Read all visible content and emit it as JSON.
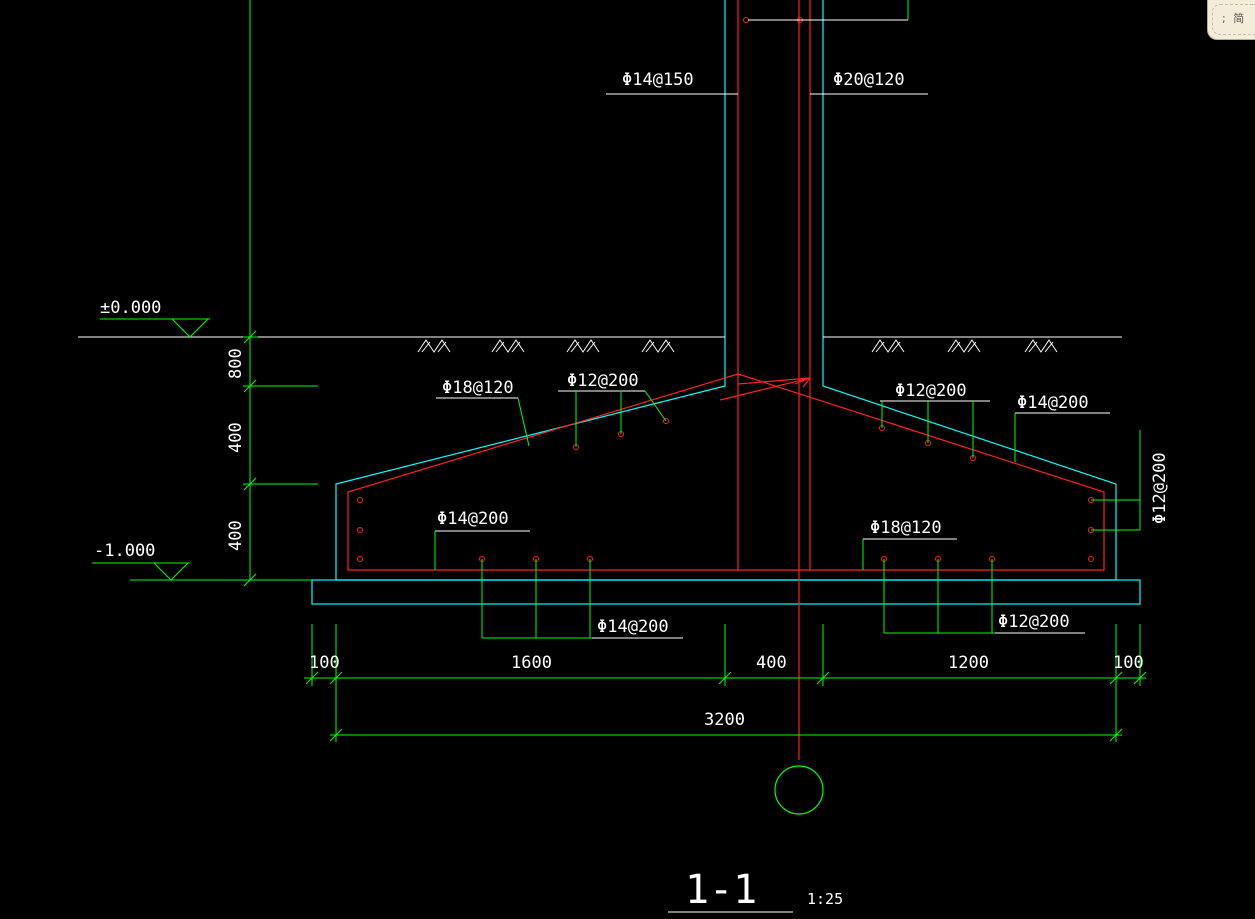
{
  "colors": {
    "background": "#000000",
    "concrete_outline": "#00ffff",
    "rebar": "#ff2020",
    "dimension": "#00ff00",
    "text": "#ffffff",
    "panel_bg": "#f2ecd8"
  },
  "drawing": {
    "title": "1-1",
    "scale": "1:25",
    "levels": {
      "ground": "±0.000",
      "bottom": "-1.000"
    },
    "vertical_dims": [
      "800",
      "400",
      "400"
    ],
    "horizontal_dims": [
      "100",
      "1600",
      "400",
      "1200",
      "100"
    ],
    "total_dim": "3200",
    "rebar_labels": {
      "column_left": "Φ14@150",
      "column_right": "Φ20@120",
      "slope_left_outer": "Φ18@120",
      "slope_left_inner": "Φ12@200",
      "slope_right_inner": "Φ12@200",
      "slope_right_outer": "Φ14@200",
      "side_right": "Φ12@200",
      "bottom_left_top": "Φ14@200",
      "bottom_left_bottom": "Φ14@200",
      "bottom_right_top": "Φ18@120",
      "bottom_right_bottom": "Φ12@200"
    }
  },
  "panel": {
    "text": "; 简"
  }
}
